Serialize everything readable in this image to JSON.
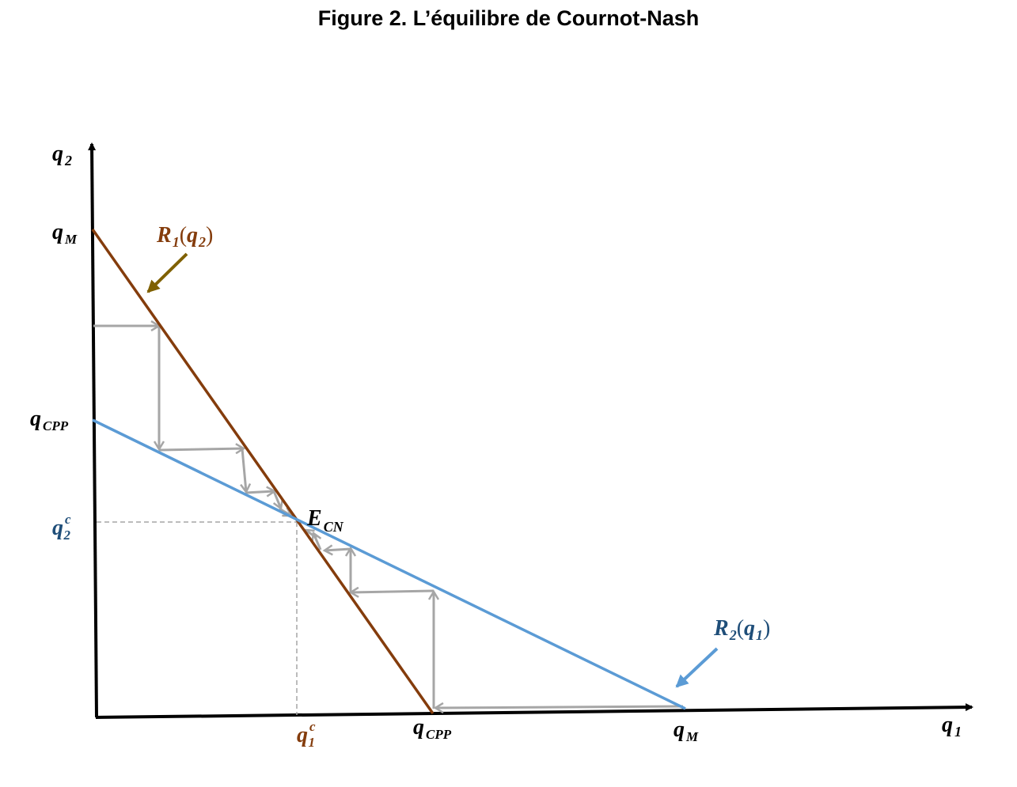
{
  "title": "Figure 2. L’équilibre de Cournot-Nash",
  "colors": {
    "axis": "#000000",
    "r1": "#843c0c",
    "r2": "#5b9bd5",
    "r2_label": "#1f4e79",
    "arrows": "#a6a6a6",
    "dashed": "#a6a6a6",
    "r1_pointer": "#7f6000"
  },
  "axes": {
    "y": {
      "base": "q",
      "sub": "2"
    },
    "x": {
      "base": "q",
      "sub": "1"
    }
  },
  "ticks": {
    "qM_y": {
      "base": "q",
      "sub": "M"
    },
    "qCPP_y": {
      "base": "q",
      "sub": "CPP"
    },
    "q2c": {
      "base": "q",
      "sup": "c",
      "sub": "2"
    },
    "q1c": {
      "base": "q",
      "sup": "c",
      "sub": "1"
    },
    "qCPP_x": {
      "base": "q",
      "sub": "CPP"
    },
    "qM_x": {
      "base": "q",
      "sub": "M"
    }
  },
  "curves": {
    "r1": {
      "base": "R",
      "sub": "1",
      "arg_base": "q",
      "arg_sub": "2"
    },
    "r2": {
      "base": "R",
      "sub": "2",
      "arg_base": "q",
      "arg_sub": "1"
    }
  },
  "equilibrium": {
    "base": "E",
    "sub": "CN"
  }
}
